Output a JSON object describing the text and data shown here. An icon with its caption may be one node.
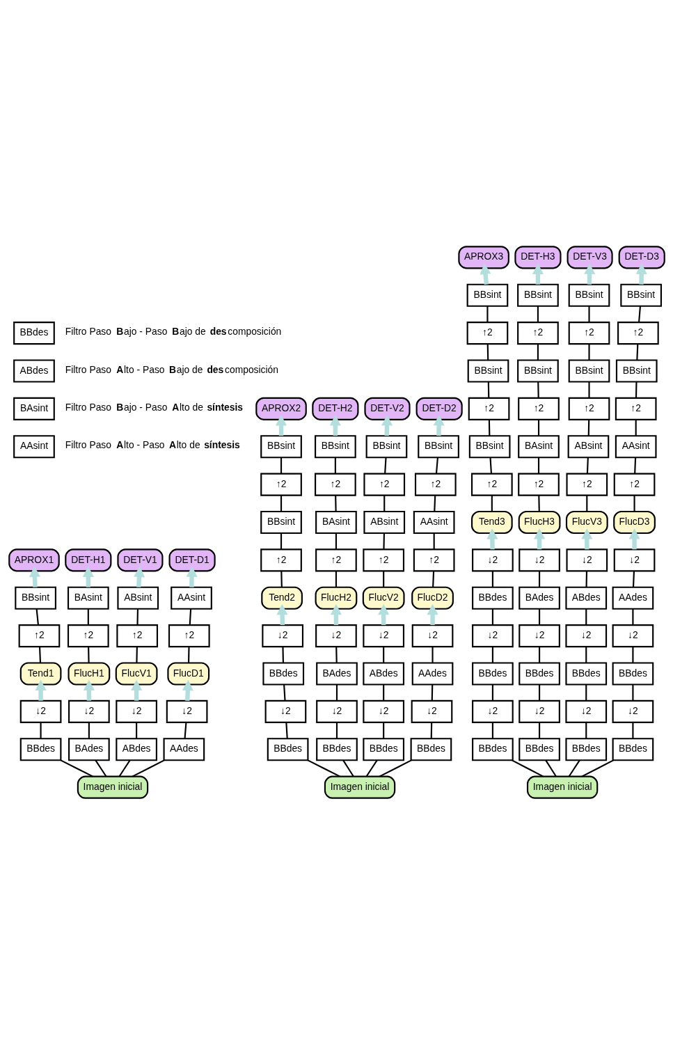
{
  "diagram": {
    "nodes": [
      {
        "text": [
          "BBdes"
        ],
        "beside": [
          "Filtro Paso **B**ajo - Paso **B**ajo de **des**composición"
        ]
      },
      {
        "text": [
          "ABdes"
        ],
        "beside": [
          "Filtro Paso **A**lto - Paso **B**ajo de **des**composición"
        ]
      },
      {
        "text": [
          "BAsint"
        ],
        "beside": [
          "Filtro Paso **B**ajo - Paso **A**lto de **síntesis**"
        ]
      },
      {
        "text": [
          "AAsint"
        ],
        "beside": [
          "Filtro Paso **A**lto - Paso **A**lto de **síntesis**"
        ]
      },
      {
        "text": [
          "Imagen inicial"
        ]
      },
      {
        "text": [
          "BBdes"
        ]
      },
      {
        "text": [
          "↓2"
        ]
      },
      {
        "text": [
          "Tend1"
        ]
      },
      {
        "text": [
          "↑2"
        ]
      },
      {
        "text": [
          "BBsint"
        ]
      },
      {
        "text": [
          "APROX1"
        ]
      },
      {
        "text": [
          "BAdes"
        ]
      },
      {
        "text": [
          "↓2"
        ]
      },
      {
        "text": [
          "FlucH1"
        ]
      },
      {
        "text": [
          "↑2"
        ]
      },
      {
        "text": [
          "BAsint"
        ]
      },
      {
        "text": [
          "DET-H1"
        ]
      },
      {
        "text": [
          "ABdes"
        ]
      },
      {
        "text": [
          "↓2"
        ]
      },
      {
        "text": [
          "FlucV1"
        ]
      },
      {
        "text": [
          "↑2"
        ]
      },
      {
        "text": [
          "ABsint"
        ]
      },
      {
        "text": [
          "DET-V1"
        ]
      },
      {
        "text": [
          "AAdes"
        ]
      },
      {
        "text": [
          "↓2"
        ]
      },
      {
        "text": [
          "FlucD1"
        ]
      },
      {
        "text": [
          "↑2"
        ]
      },
      {
        "text": [
          "AAsint"
        ]
      },
      {
        "text": [
          "DET-D1"
        ]
      },
      {
        "text": [
          "Imagen inicial"
        ]
      },
      {
        "text": [
          "BBdes"
        ]
      },
      {
        "text": [
          "↓2"
        ]
      },
      {
        "text": [
          "BBdes"
        ]
      },
      {
        "text": [
          "↓2"
        ]
      },
      {
        "text": [
          "Tend2"
        ]
      },
      {
        "text": [
          "↑2"
        ]
      },
      {
        "text": [
          "BBsint"
        ]
      },
      {
        "text": [
          "↑2"
        ]
      },
      {
        "text": [
          "BBsint"
        ]
      },
      {
        "text": [
          "APROX2"
        ]
      },
      {
        "text": [
          "BBdes"
        ]
      },
      {
        "text": [
          "↓2"
        ]
      },
      {
        "text": [
          "BAdes"
        ]
      },
      {
        "text": [
          "↓2"
        ]
      },
      {
        "text": [
          "FlucH2"
        ]
      },
      {
        "text": [
          "↑2"
        ]
      },
      {
        "text": [
          "BAsint"
        ]
      },
      {
        "text": [
          "↑2"
        ]
      },
      {
        "text": [
          "BBsint"
        ]
      },
      {
        "text": [
          "DET-H2"
        ]
      },
      {
        "text": [
          "BBdes"
        ]
      },
      {
        "text": [
          "↓2"
        ]
      },
      {
        "text": [
          "ABdes"
        ]
      },
      {
        "text": [
          "↓2"
        ]
      },
      {
        "text": [
          "FlucV2"
        ]
      },
      {
        "text": [
          "↑2"
        ]
      },
      {
        "text": [
          "ABsint"
        ]
      },
      {
        "text": [
          "↑2"
        ]
      },
      {
        "text": [
          "BBsint"
        ]
      },
      {
        "text": [
          "DET-V2"
        ]
      },
      {
        "text": [
          "BBdes"
        ]
      },
      {
        "text": [
          "↓2"
        ]
      },
      {
        "text": [
          "AAdes"
        ]
      },
      {
        "text": [
          "↓2"
        ]
      },
      {
        "text": [
          "FlucD2"
        ]
      },
      {
        "text": [
          "↑2"
        ]
      },
      {
        "text": [
          "AAsint"
        ]
      },
      {
        "text": [
          "↑2"
        ]
      },
      {
        "text": [
          "BBsint"
        ]
      },
      {
        "text": [
          "DET-D2"
        ]
      },
      {
        "text": [
          "Imagen inicial"
        ]
      },
      {
        "text": [
          "BBdes"
        ]
      },
      {
        "text": [
          "↓2"
        ]
      },
      {
        "text": [
          "BBdes"
        ]
      },
      {
        "text": [
          "↓2"
        ]
      },
      {
        "text": [
          "BBdes"
        ]
      },
      {
        "text": [
          "↓2"
        ]
      },
      {
        "text": [
          "Tend3"
        ]
      },
      {
        "text": [
          "↑2"
        ]
      },
      {
        "text": [
          "BBsint"
        ]
      },
      {
        "text": [
          "↑2"
        ]
      },
      {
        "text": [
          "BBsint"
        ]
      },
      {
        "text": [
          "↑2"
        ]
      },
      {
        "text": [
          "BBsint"
        ]
      },
      {
        "text": [
          "APROX3"
        ]
      },
      {
        "text": [
          "BBdes"
        ]
      },
      {
        "text": [
          "↓2"
        ]
      },
      {
        "text": [
          "BBdes"
        ]
      },
      {
        "text": [
          "↓2"
        ]
      },
      {
        "text": [
          "BAdes"
        ]
      },
      {
        "text": [
          "↓2"
        ]
      },
      {
        "text": [
          "FlucH3"
        ]
      },
      {
        "text": [
          "↑2"
        ]
      },
      {
        "text": [
          "BAsint"
        ]
      },
      {
        "text": [
          "↑2"
        ]
      },
      {
        "text": [
          "BBsint"
        ]
      },
      {
        "text": [
          "↑2"
        ]
      },
      {
        "text": [
          "BBsint"
        ]
      },
      {
        "text": [
          "DET-H3"
        ]
      },
      {
        "text": [
          "BBdes"
        ]
      },
      {
        "text": [
          "↓2"
        ]
      },
      {
        "text": [
          "BBdes"
        ]
      },
      {
        "text": [
          "↓2"
        ]
      },
      {
        "text": [
          "ABdes"
        ]
      },
      {
        "text": [
          "↓2"
        ]
      },
      {
        "text": [
          "FlucV3"
        ]
      },
      {
        "text": [
          "↑2"
        ]
      },
      {
        "text": [
          "ABsint"
        ]
      },
      {
        "text": [
          "↑2"
        ]
      },
      {
        "text": [
          "BBsint"
        ]
      },
      {
        "text": [
          "↑2"
        ]
      },
      {
        "text": [
          "BBsint"
        ]
      },
      {
        "text": [
          "DET-V3"
        ]
      },
      {
        "text": [
          "BBdes"
        ]
      },
      {
        "text": [
          "↓2"
        ]
      },
      {
        "text": [
          "BBdes"
        ]
      },
      {
        "text": [
          "↓2"
        ]
      },
      {
        "text": [
          "AAdes"
        ]
      },
      {
        "text": [
          "↓2"
        ]
      },
      {
        "text": [
          "FlucD3"
        ]
      },
      {
        "text": [
          "↑2"
        ]
      },
      {
        "text": [
          "AAsint"
        ]
      },
      {
        "text": [
          "↑2"
        ]
      },
      {
        "text": [
          "BBsint"
        ]
      },
      {
        "text": [
          "↑2"
        ]
      },
      {
        "text": [
          "BBsint"
        ]
      },
      {
        "text": [
          "DET-D3"
        ]
      }
    ],
    "edges": [
      {
        "from": 4,
        "to": 5,
        "arrow": "none"
      },
      {
        "from": 4,
        "to": 11,
        "arrow": "none"
      },
      {
        "from": 4,
        "to": 17,
        "arrow": "none"
      },
      {
        "from": 4,
        "to": 23,
        "arrow": "none"
      },
      {
        "from": 5,
        "to": 6,
        "arrow": "none"
      },
      {
        "from": 6,
        "to": 7,
        "arrow": "to",
        "style": "thick",
        "color": "#b4dede"
      },
      {
        "from": 7,
        "to": 8,
        "arrow": "none"
      },
      {
        "from": 8,
        "to": 9,
        "arrow": "none"
      },
      {
        "from": 9,
        "to": 10,
        "arrow": "to",
        "style": "thick",
        "color": "#b4dede"
      },
      {
        "from": 11,
        "to": 12,
        "arrow": "none"
      },
      {
        "from": 12,
        "to": 13,
        "arrow": "to",
        "style": "thick",
        "color": "#b4dede"
      },
      {
        "from": 13,
        "to": 14,
        "arrow": "none"
      },
      {
        "from": 14,
        "to": 15,
        "arrow": "none"
      },
      {
        "from": 15,
        "to": 16,
        "arrow": "to",
        "style": "thick",
        "color": "#b4dede"
      },
      {
        "from": 17,
        "to": 18,
        "arrow": "none"
      },
      {
        "from": 18,
        "to": 19,
        "arrow": "to",
        "style": "thick",
        "color": "#b4dede"
      },
      {
        "from": 19,
        "to": 20,
        "arrow": "none"
      },
      {
        "from": 20,
        "to": 21,
        "arrow": "none"
      },
      {
        "from": 21,
        "to": 22,
        "arrow": "to",
        "style": "thick",
        "color": "#b4dede"
      },
      {
        "from": 23,
        "to": 24,
        "arrow": "none"
      },
      {
        "from": 24,
        "to": 25,
        "arrow": "to",
        "style": "thick",
        "color": "#b4dede"
      },
      {
        "from": 25,
        "to": 26,
        "arrow": "none"
      },
      {
        "from": 26,
        "to": 27,
        "arrow": "none"
      },
      {
        "from": 27,
        "to": 28,
        "arrow": "to",
        "style": "thick",
        "color": "#b4dede"
      },
      {
        "from": 29,
        "to": 30,
        "arrow": "none"
      },
      {
        "from": 29,
        "to": 40,
        "arrow": "none"
      },
      {
        "from": 29,
        "to": 50,
        "arrow": "none"
      },
      {
        "from": 29,
        "to": 60,
        "arrow": "none"
      },
      {
        "from": 30,
        "to": 31,
        "arrow": "none"
      },
      {
        "from": 31,
        "to": 32,
        "arrow": "none"
      },
      {
        "from": 32,
        "to": 33,
        "arrow": "none"
      },
      {
        "from": 33,
        "to": 34,
        "arrow": "to",
        "style": "thick",
        "color": "#b4dede"
      },
      {
        "from": 34,
        "to": 35,
        "arrow": "none"
      },
      {
        "from": 35,
        "to": 36,
        "arrow": "none"
      },
      {
        "from": 36,
        "to": 37,
        "arrow": "none"
      },
      {
        "from": 37,
        "to": 38,
        "arrow": "none"
      },
      {
        "from": 38,
        "to": 39,
        "arrow": "to",
        "style": "thick",
        "color": "#b4dede"
      },
      {
        "from": 40,
        "to": 41,
        "arrow": "none"
      },
      {
        "from": 41,
        "to": 42,
        "arrow": "none"
      },
      {
        "from": 42,
        "to": 43,
        "arrow": "none"
      },
      {
        "from": 43,
        "to": 44,
        "arrow": "to",
        "style": "thick",
        "color": "#b4dede"
      },
      {
        "from": 44,
        "to": 45,
        "arrow": "none"
      },
      {
        "from": 45,
        "to": 46,
        "arrow": "none"
      },
      {
        "from": 46,
        "to": 47,
        "arrow": "none"
      },
      {
        "from": 47,
        "to": 48,
        "arrow": "none"
      },
      {
        "from": 48,
        "to": 49,
        "arrow": "to",
        "style": "thick",
        "color": "#b4dede"
      },
      {
        "from": 50,
        "to": 51,
        "arrow": "none"
      },
      {
        "from": 51,
        "to": 52,
        "arrow": "none"
      },
      {
        "from": 52,
        "to": 53,
        "arrow": "none"
      },
      {
        "from": 53,
        "to": 54,
        "arrow": "to",
        "style": "thick",
        "color": "#b4dede"
      },
      {
        "from": 54,
        "to": 55,
        "arrow": "none"
      },
      {
        "from": 55,
        "to": 56,
        "arrow": "none"
      },
      {
        "from": 56,
        "to": 57,
        "arrow": "none"
      },
      {
        "from": 57,
        "to": 58,
        "arrow": "none"
      },
      {
        "from": 58,
        "to": 59,
        "arrow": "to",
        "style": "thick",
        "color": "#b4dede"
      },
      {
        "from": 60,
        "to": 61,
        "arrow": "none"
      },
      {
        "from": 61,
        "to": 62,
        "arrow": "none"
      },
      {
        "from": 62,
        "to": 63,
        "arrow": "none"
      },
      {
        "from": 63,
        "to": 64,
        "arrow": "to",
        "style": "thick",
        "color": "#b4dede"
      },
      {
        "from": 64,
        "to": 65,
        "arrow": "none"
      },
      {
        "from": 65,
        "to": 66,
        "arrow": "none"
      },
      {
        "from": 66,
        "to": 67,
        "arrow": "none"
      },
      {
        "from": 67,
        "to": 68,
        "arrow": "none"
      },
      {
        "from": 68,
        "to": 69,
        "arrow": "to",
        "style": "thick",
        "color": "#b4dede"
      },
      {
        "from": 70,
        "to": 71,
        "arrow": "none"
      },
      {
        "from": 70,
        "to": 85,
        "arrow": "none"
      },
      {
        "from": 70,
        "to": 99,
        "arrow": "none"
      },
      {
        "from": 70,
        "to": 113,
        "arrow": "none"
      },
      {
        "from": 71,
        "to": 72,
        "arrow": "none"
      },
      {
        "from": 72,
        "to": 73,
        "arrow": "none"
      },
      {
        "from": 73,
        "to": 74,
        "arrow": "none"
      },
      {
        "from": 74,
        "to": 75,
        "arrow": "none"
      },
      {
        "from": 75,
        "to": 76,
        "arrow": "none"
      },
      {
        "from": 76,
        "to": 77,
        "arrow": "to",
        "style": "thick",
        "color": "#b4dede"
      },
      {
        "from": 77,
        "to": 78,
        "arrow": "none"
      },
      {
        "from": 78,
        "to": 79,
        "arrow": "none"
      },
      {
        "from": 79,
        "to": 80,
        "arrow": "none"
      },
      {
        "from": 80,
        "to": 81,
        "arrow": "none"
      },
      {
        "from": 81,
        "to": 82,
        "arrow": "none"
      },
      {
        "from": 82,
        "to": 83,
        "arrow": "none"
      },
      {
        "from": 83,
        "to": 84,
        "arrow": "to",
        "style": "thick",
        "color": "#b4dede"
      },
      {
        "from": 85,
        "to": 86,
        "arrow": "none"
      },
      {
        "from": 86,
        "to": 87,
        "arrow": "none"
      },
      {
        "from": 87,
        "to": 88,
        "arrow": "none"
      },
      {
        "from": 88,
        "to": 89,
        "arrow": "none"
      },
      {
        "from": 89,
        "to": 90,
        "arrow": "none"
      },
      {
        "from": 90,
        "to": 91,
        "arrow": "to",
        "style": "thick",
        "color": "#b4dede"
      },
      {
        "from": 91,
        "to": 92,
        "arrow": "none"
      },
      {
        "from": 92,
        "to": 93,
        "arrow": "none"
      },
      {
        "from": 93,
        "to": 94,
        "arrow": "none"
      },
      {
        "from": 94,
        "to": 95,
        "arrow": "none"
      },
      {
        "from": 95,
        "to": 96,
        "arrow": "none"
      },
      {
        "from": 96,
        "to": 97,
        "arrow": "none"
      },
      {
        "from": 97,
        "to": 98,
        "arrow": "to",
        "style": "thick",
        "color": "#b4dede"
      },
      {
        "from": 99,
        "to": 100,
        "arrow": "none"
      },
      {
        "from": 100,
        "to": 101,
        "arrow": "none"
      },
      {
        "from": 101,
        "to": 102,
        "arrow": "none"
      },
      {
        "from": 102,
        "to": 103,
        "arrow": "none"
      },
      {
        "from": 103,
        "to": 104,
        "arrow": "none"
      },
      {
        "from": 104,
        "to": 105,
        "arrow": "to",
        "style": "thick",
        "color": "#b4dede"
      },
      {
        "from": 105,
        "to": 106,
        "arrow": "none"
      },
      {
        "from": 106,
        "to": 107,
        "arrow": "none"
      },
      {
        "from": 107,
        "to": 108,
        "arrow": "none"
      },
      {
        "from": 108,
        "to": 109,
        "arrow": "none"
      },
      {
        "from": 109,
        "to": 110,
        "arrow": "none"
      },
      {
        "from": 110,
        "to": 111,
        "arrow": "none"
      },
      {
        "from": 111,
        "to": 112,
        "arrow": "to",
        "style": "thick",
        "color": "#b4dede"
      },
      {
        "from": 113,
        "to": 114,
        "arrow": "none"
      },
      {
        "from": 114,
        "to": 115,
        "arrow": "none"
      },
      {
        "from": 115,
        "to": 116,
        "arrow": "none"
      },
      {
        "from": 116,
        "to": 117,
        "arrow": "none"
      },
      {
        "from": 117,
        "to": 118,
        "arrow": "none"
      },
      {
        "from": 118,
        "to": 119,
        "arrow": "to",
        "style": "thick",
        "color": "#b4dede"
      },
      {
        "from": 119,
        "to": 120,
        "arrow": "none"
      },
      {
        "from": 120,
        "to": 121,
        "arrow": "none"
      },
      {
        "from": 121,
        "to": 122,
        "arrow": "none"
      },
      {
        "from": 122,
        "to": 123,
        "arrow": "none"
      },
      {
        "from": 123,
        "to": 124,
        "arrow": "none"
      },
      {
        "from": 124,
        "to": 125,
        "arrow": "none"
      },
      {
        "from": 125,
        "to": 126,
        "arrow": "to",
        "style": "thick",
        "color": "#b4dede"
      }
    ]
  }
}
